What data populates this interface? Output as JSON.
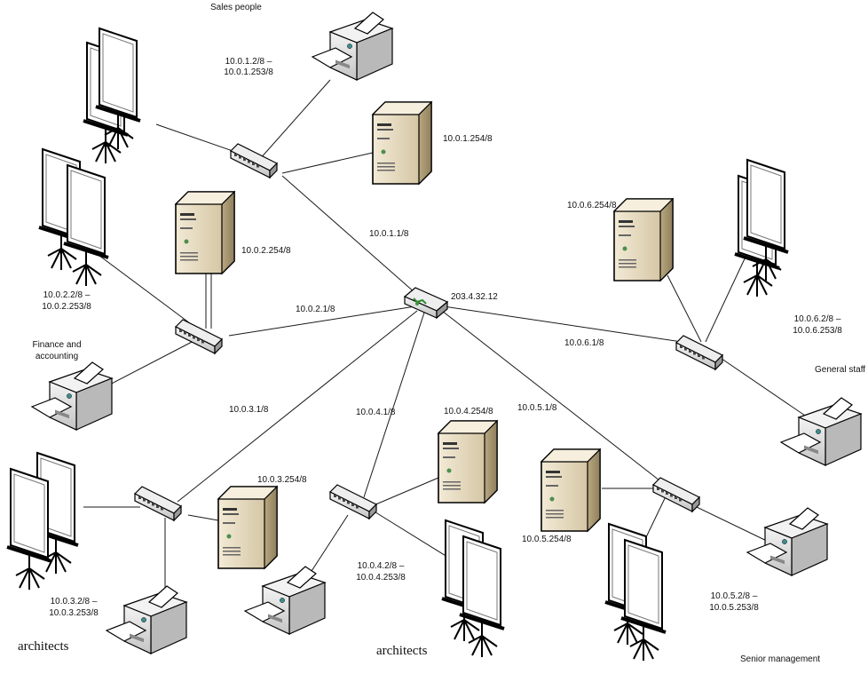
{
  "diagram": {
    "router": {
      "ip": "203.4.32.12"
    },
    "segments": {
      "sales": {
        "group": "Sales people",
        "range_start": "10.0.1.2/8 –",
        "range_end": "10.0.1.253/8",
        "server_ip": "10.0.1.254/8",
        "gateway": "10.0.1.1/8"
      },
      "finance": {
        "group_line1": "Finance and",
        "group_line2": "accounting",
        "range_start": "10.0.2.2/8 –",
        "range_end": "10.0.2.253/8",
        "server_ip": "10.0.2.254/8",
        "gateway": "10.0.2.1/8"
      },
      "architects1": {
        "group": "architects",
        "range_start": "10.0.3.2/8 –",
        "range_end": "10.0.3.253/8",
        "server_ip": "10.0.3.254/8",
        "gateway": "10.0.3.1/8"
      },
      "architects2": {
        "group": "architects",
        "range_start": "10.0.4.2/8 –",
        "range_end": "10.0.4.253/8",
        "server_ip": "10.0.4.254/8",
        "gateway": "10.0.4.1/8"
      },
      "senior": {
        "group": "Senior management",
        "range_start": "10.0.5.2/8 –",
        "range_end": "10.0.5.253/8",
        "server_ip": "10.0.5.254/8",
        "gateway": "10.0.5.1/8"
      },
      "general": {
        "group": "General staff",
        "range_start": "10.0.6.2/8 –",
        "range_end": "10.0.6.253/8",
        "server_ip": "10.0.6.254/8",
        "gateway": "10.0.6.1/8"
      }
    },
    "colors": {
      "line": "#1a1a1a",
      "server_body": "#d9cdb0",
      "server_side": "#b8a784",
      "device_gray": "#d8d8d8",
      "device_dark": "#9a9a9a",
      "router_accent": "#3a9a3a"
    }
  }
}
